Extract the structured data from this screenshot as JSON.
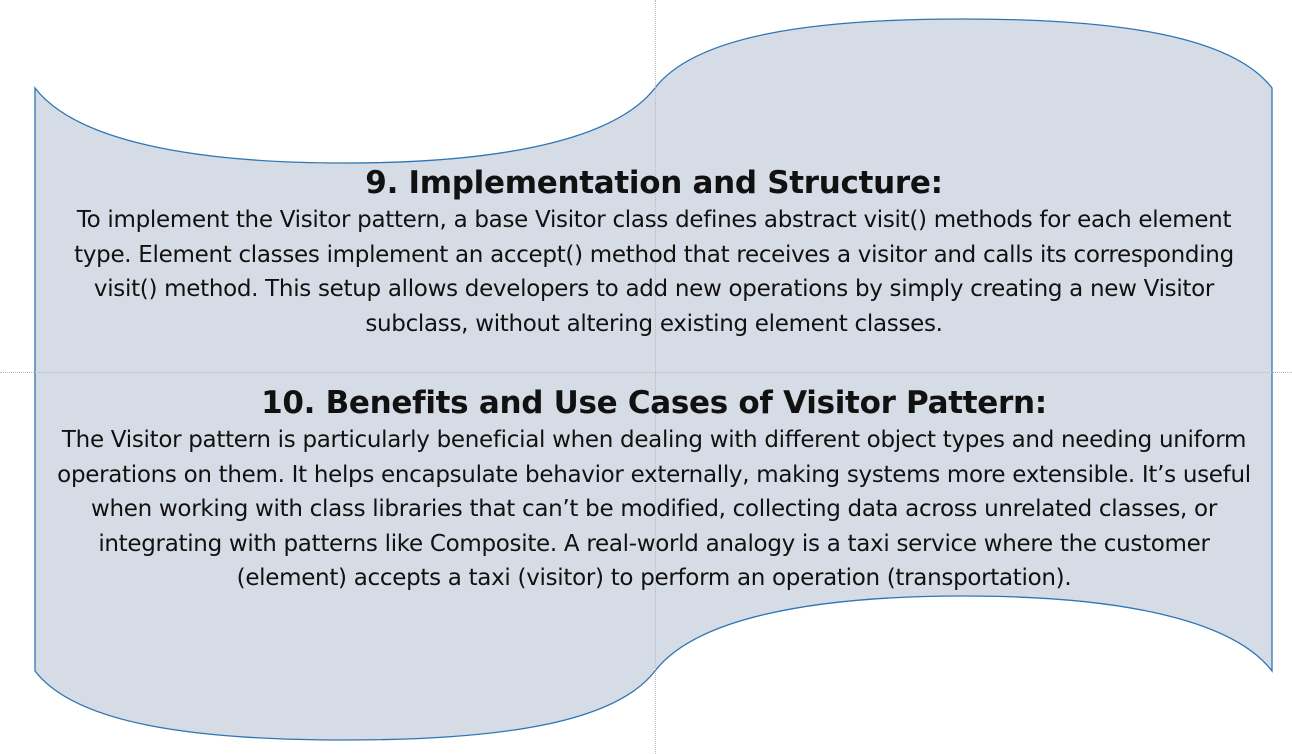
{
  "slide": {
    "shape_fill": "#d6dce5",
    "shape_stroke": "#2e75b6",
    "sections": [
      {
        "heading": "9. Implementation and Structure:",
        "body": "To implement the Visitor pattern, a base Visitor class defines abstract visit() methods for each element type. Element classes implement an accept() method that receives a visitor and calls its corresponding visit() method. This setup allows developers to add new operations by simply creating a new Visitor subclass, without altering existing element classes."
      },
      {
        "heading": "10. Benefits and Use Cases of Visitor Pattern:",
        "body": "The Visitor pattern is particularly beneficial when dealing with different object types and needing uniform operations on them. It helps encapsulate behavior externally, making systems more extensible. It’s useful when working with class libraries that can’t be modified, collecting data across unrelated classes, or integrating with patterns like Composite. A real-world analogy is a taxi service where the customer (element) accepts a taxi (visitor) to perform an operation (transportation)."
      }
    ]
  }
}
